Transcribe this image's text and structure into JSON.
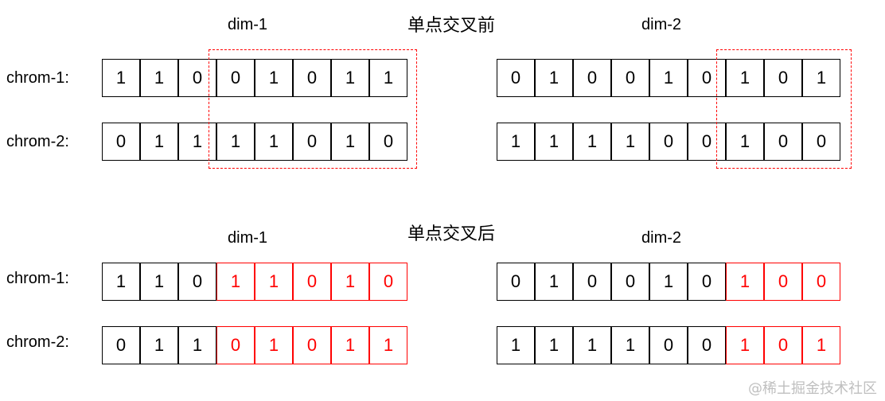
{
  "before": {
    "title": "单点交叉前",
    "dim1_label": "dim-1",
    "dim2_label": "dim-2",
    "row1_label": "chrom-1:",
    "row2_label": "chrom-2:",
    "dim1": {
      "chrom1": [
        "1",
        "1",
        "0",
        "0",
        "1",
        "0",
        "1",
        "1"
      ],
      "chrom2": [
        "0",
        "1",
        "1",
        "1",
        "1",
        "0",
        "1",
        "0"
      ]
    },
    "dim2": {
      "chrom1": [
        "0",
        "1",
        "0",
        "0",
        "1",
        "0",
        "1",
        "0",
        "1"
      ],
      "chrom2": [
        "1",
        "1",
        "1",
        "1",
        "0",
        "0",
        "1",
        "0",
        "0"
      ]
    }
  },
  "after": {
    "title": "单点交叉后",
    "dim1_label": "dim-1",
    "dim2_label": "dim-2",
    "row1_label": "chrom-1:",
    "row2_label": "chrom-2:",
    "dim1": {
      "chrom1": [
        "1",
        "1",
        "0",
        "1",
        "1",
        "0",
        "1",
        "0"
      ],
      "chrom2": [
        "0",
        "1",
        "1",
        "0",
        "1",
        "0",
        "1",
        "1"
      ]
    },
    "dim2": {
      "chrom1": [
        "0",
        "1",
        "0",
        "0",
        "1",
        "0",
        "1",
        "0",
        "0"
      ],
      "chrom2": [
        "1",
        "1",
        "1",
        "1",
        "0",
        "0",
        "1",
        "0",
        "1"
      ]
    }
  },
  "crossover": {
    "dim1_swapped_from_index": 3,
    "dim2_swapped_from_index": 6
  },
  "colors": {
    "swapped": "#ff0000",
    "cell_border": "#000000",
    "crossover_box": "#ff0000"
  },
  "watermark": "@稀土掘金技术社区"
}
